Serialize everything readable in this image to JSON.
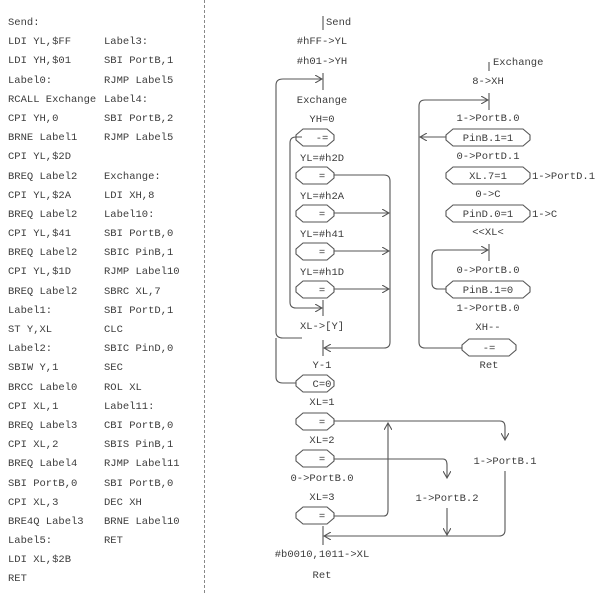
{
  "code": {
    "column1": [
      "Send:",
      "LDI YL,$FF",
      "LDI YH,$01",
      "Label0:",
      "RCALL Exchange",
      "CPI YH,0",
      "BRNE Label1",
      "CPI YL,$2D",
      "BREQ Label2",
      "CPI YL,$2A",
      "BREQ Label2",
      "CPI YL,$41",
      "BREQ Label2",
      "CPI YL,$1D",
      "BREQ Label2",
      "Label1:",
      "ST Y,XL",
      "Label2:",
      "SBIW Y,1",
      "BRCC Label0",
      "CPI XL,1",
      "BREQ Label3",
      "CPI XL,2",
      "BREQ Label4",
      "SBI PortB,0",
      "CPI XL,3",
      "BRE4Q Label3",
      "Label5:",
      "LDI XL,$2B",
      "RET"
    ],
    "column2": [
      "",
      "Label3:",
      "SBI PortB,1",
      "RJMP Label5",
      "Label4:",
      "SBI PortB,2",
      "RJMP Label5",
      "",
      "Exchange:",
      "LDI XH,8",
      "Label10:",
      "SBI PortB,0",
      "SBIC PinB,1",
      "RJMP Label10",
      "SBRC XL,7",
      "SBI PortD,1",
      "CLC",
      "SBIC PinD,0",
      "SEC",
      "ROL XL",
      "Label11:",
      "CBI PortB,0",
      "SBIS PinB,1",
      "RJMP Label11",
      "SBI PortB,0",
      "DEC XH",
      "BRNE Label10",
      "RET"
    ]
  },
  "flowchart_send": {
    "start": "Send",
    "steps": [
      "#hFF->YL",
      "#h01->YH",
      "Exchange",
      "YH=0"
    ],
    "cond_yh": "-=",
    "yl_checks": [
      {
        "label": "YL=#h2D",
        "cond": "="
      },
      {
        "label": "YL=#h2A",
        "cond": "="
      },
      {
        "label": "YL=#h41",
        "cond": "="
      },
      {
        "label": "YL=#h1D",
        "cond": "="
      }
    ],
    "store": "XL->[Y]",
    "dec": "Y-1",
    "carry_cond": "C=0",
    "xl_checks": [
      {
        "label": "XL=1",
        "cond": "="
      },
      {
        "label": "XL=2",
        "cond": "="
      },
      {
        "label": "XL=3",
        "cond": "="
      }
    ],
    "portb0": "0->PortB.0",
    "portb1": "1->PortB.1",
    "portb2": "1->PortB.2",
    "final_assign": "#b0010,1011->XL",
    "end": "Ret"
  },
  "flowchart_exchange": {
    "start": "Exchange",
    "init": "8->XH",
    "s1": "1->PortB.0",
    "c1": "PinB.1=1",
    "s2": "0->PortD.1",
    "c2": "XL.7=1",
    "c2_yes": "1->PortD.1",
    "s3": "0->C",
    "c3": "PinD.0=1",
    "c3_yes": "1->C",
    "s4": "<<XL<",
    "s5": "0->PortB.0",
    "c4": "PinB.1=0",
    "s6": "1->PortB.0",
    "s7": "XH--",
    "c5": "-=",
    "end": "Ret"
  }
}
